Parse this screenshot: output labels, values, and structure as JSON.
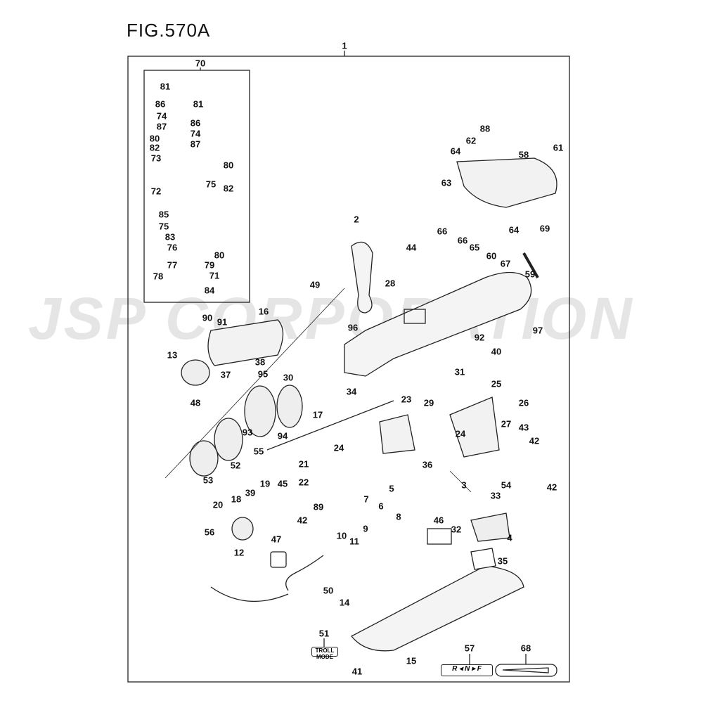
{
  "figure": {
    "title": "FIG.570A",
    "assembly_number": "1",
    "inset_number": "70"
  },
  "watermark": "JSP CORPORATION",
  "inset_labels": [
    "81",
    "86",
    "81",
    "74",
    "86",
    "87",
    "74",
    "80",
    "87",
    "82",
    "73",
    "80",
    "82",
    "72",
    "75",
    "85",
    "75",
    "83",
    "76",
    "80",
    "79",
    "77",
    "71",
    "78",
    "84"
  ],
  "main_labels": [
    "2",
    "44",
    "49",
    "28",
    "16",
    "90",
    "91",
    "96",
    "13",
    "38",
    "37",
    "48",
    "95",
    "30",
    "34",
    "17",
    "23",
    "29",
    "93",
    "94",
    "55",
    "24",
    "52",
    "53",
    "39",
    "19",
    "21",
    "22",
    "45",
    "18",
    "20",
    "89",
    "42",
    "7",
    "6",
    "8",
    "9",
    "5",
    "56",
    "12",
    "47",
    "10",
    "11",
    "50",
    "14",
    "51",
    "41",
    "15",
    "57",
    "68",
    "46",
    "32",
    "4",
    "35",
    "33",
    "54",
    "42",
    "3",
    "36",
    "24",
    "25",
    "26",
    "27",
    "43",
    "42",
    "31",
    "92",
    "40",
    "97",
    "59",
    "60",
    "67",
    "64",
    "66",
    "66",
    "65",
    "69",
    "58",
    "61",
    "88",
    "62",
    "64",
    "63"
  ],
  "decals": {
    "troll_mode": "TROLL MODE",
    "shift": "R ◂ N ▸ F"
  }
}
